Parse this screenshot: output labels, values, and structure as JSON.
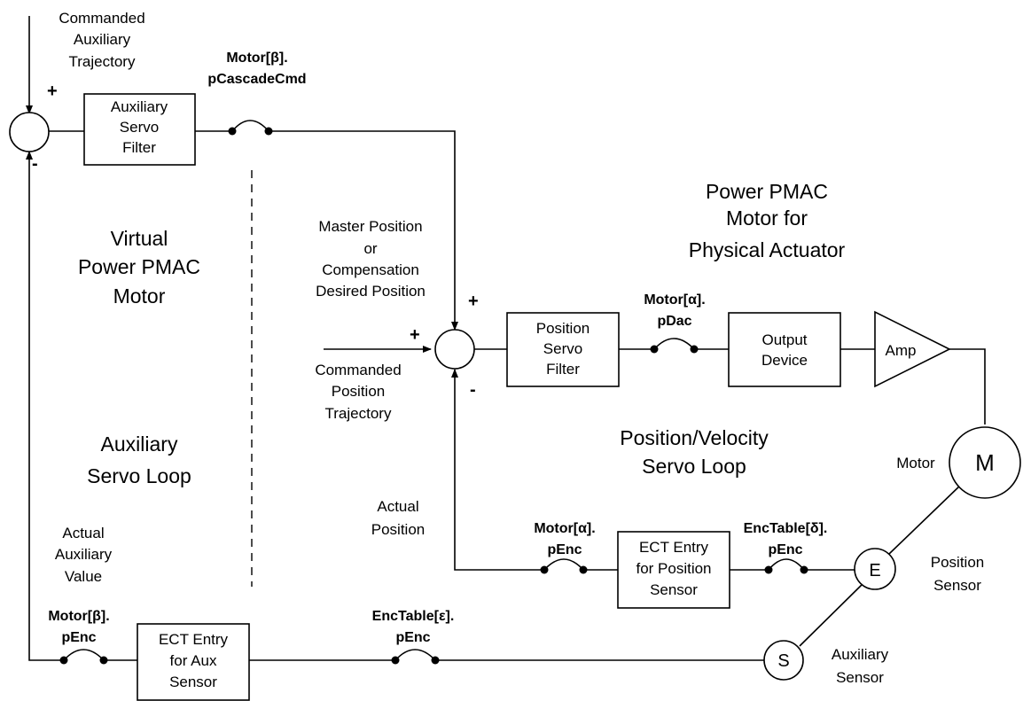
{
  "labels": {
    "commanded_aux_traj": [
      "Commanded",
      "Auxiliary",
      "Trajectory"
    ],
    "cascade_var": [
      "Motor[β].",
      "pCascadeCmd"
    ],
    "master_position": [
      "Master Position",
      "or",
      "Compensation",
      "Desired Position"
    ],
    "commanded_pos_traj": [
      "Commanded",
      "Position",
      "Trajectory"
    ],
    "actual_position": [
      "Actual",
      "Position"
    ],
    "actual_aux_value": [
      "Actual",
      "Auxiliary",
      "Value"
    ],
    "dac_var": [
      "Motor[α].",
      "pDac"
    ],
    "enc_alpha_var": [
      "Motor[α].",
      "pEnc"
    ],
    "enctable_delta_var": [
      "EncTable[δ].",
      "pEnc"
    ],
    "enc_beta_var": [
      "Motor[β].",
      "pEnc"
    ],
    "enctable_eps_var": [
      "EncTable[ε].",
      "pEnc"
    ],
    "motor_label": "Motor",
    "position_sensor": [
      "Position",
      "Sensor"
    ],
    "auxiliary_sensor": [
      "Auxiliary",
      "Sensor"
    ]
  },
  "regions": {
    "virtual_motor": [
      "Virtual",
      "Power PMAC",
      "Motor"
    ],
    "aux_loop": [
      "Auxiliary",
      "Servo Loop"
    ],
    "physical_motor": [
      "Power PMAC",
      "Motor for",
      "Physical Actuator"
    ],
    "pos_vel_loop": [
      "Position/Velocity",
      "Servo Loop"
    ]
  },
  "blocks": {
    "aux_servo_filter": [
      "Auxiliary",
      "Servo",
      "Filter"
    ],
    "position_servo_filter": [
      "Position",
      "Servo",
      "Filter"
    ],
    "output_device": [
      "Output",
      "Device"
    ],
    "amp": "Amp",
    "ect_position": [
      "ECT Entry",
      "for Position",
      "Sensor"
    ],
    "ect_aux": [
      "ECT Entry",
      "for Aux",
      "Sensor"
    ]
  },
  "nodes": {
    "motor": "M",
    "encoder": "E",
    "aux_sensor": "S"
  },
  "signs": {
    "plus": "+",
    "minus": "-"
  }
}
